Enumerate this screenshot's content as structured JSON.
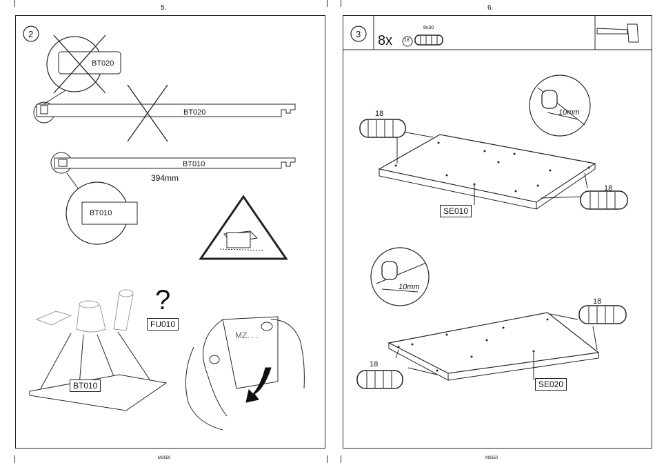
{
  "left_page": {
    "page_number": "5.",
    "footer_code": "M2650",
    "step_number": "2",
    "labels": {
      "bt020_zoom": "BT020",
      "bt020_board": "BT020",
      "bt010_board": "BT010",
      "length": "394mm",
      "bt010_zoom": "BT010",
      "question": "?",
      "fu010": "FU010",
      "bt010_base": "BT010",
      "handwriting": "MZ. . ."
    }
  },
  "right_page": {
    "page_number": "6.",
    "footer_code": "M2650",
    "step_number": "3",
    "parts": {
      "quantity": "8x",
      "part_number": "18",
      "size": "8x30"
    },
    "labels": {
      "dowel_top_left": "18",
      "dowel_top_right": "18",
      "depth_top": "10mm",
      "se010": "SE010",
      "depth_bottom": "10mm",
      "dowel_bottom_right": "18",
      "dowel_bottom_left": "18",
      "se020": "SE020"
    }
  }
}
